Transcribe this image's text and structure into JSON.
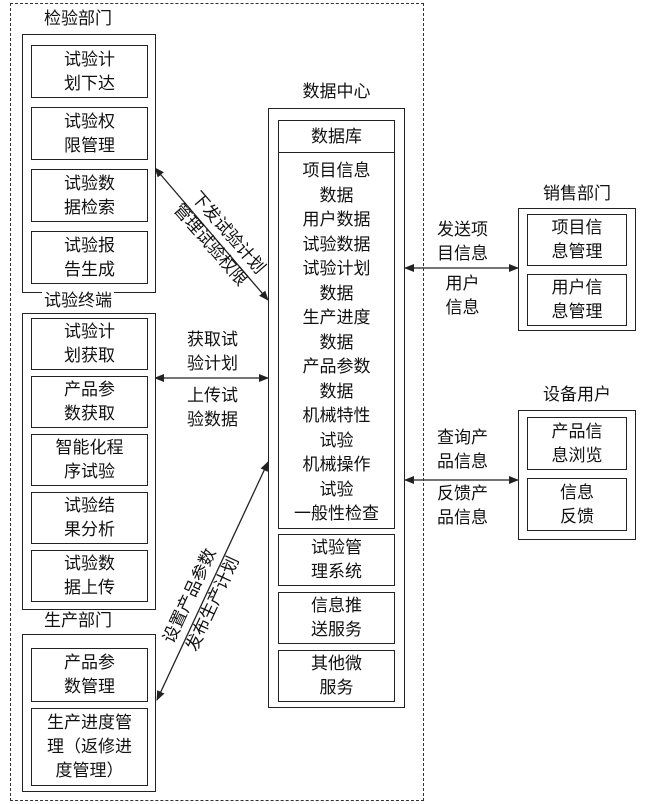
{
  "inspection": {
    "title": "检验部门",
    "items": [
      [
        "试验计",
        "划下达"
      ],
      [
        "试验权",
        "限管理"
      ],
      [
        "试验数",
        "据检索"
      ],
      [
        "试验报",
        "告生成"
      ]
    ]
  },
  "terminal": {
    "title": "试验终端",
    "items": [
      [
        "试验计",
        "划获取"
      ],
      [
        "产品参",
        "数获取"
      ],
      [
        "智能化程",
        "序试验"
      ],
      [
        "试验结",
        "果分析"
      ],
      [
        "试验数",
        "据上传"
      ]
    ]
  },
  "production": {
    "title": "生产部门",
    "items": [
      [
        "产品参",
        "数管理"
      ],
      [
        "生产进度管",
        "理（返修进",
        "度管理）"
      ]
    ]
  },
  "datacenter": {
    "title": "数据中心",
    "db_title": "数据库",
    "db_lines": [
      "项目信息",
      "数据",
      "用户数据",
      "试验数据",
      "试验计划",
      "数据",
      "生产进度",
      "数据",
      "产品参数",
      "数据",
      "机械特性",
      "试验",
      "机械操作",
      "试验",
      "一般性检查"
    ],
    "services": [
      [
        "试验管",
        "理系统"
      ],
      [
        "信息推",
        "送服务"
      ],
      [
        "其他微",
        "服务"
      ]
    ]
  },
  "sales": {
    "title": "销售部门",
    "items": [
      [
        "项目信",
        "息管理"
      ],
      [
        "用户信",
        "息管理"
      ]
    ]
  },
  "equipment": {
    "title": "设备用户",
    "items": [
      [
        "产品信",
        "息浏览"
      ],
      [
        "信息",
        "反馈"
      ]
    ]
  },
  "flows": {
    "inspection_diag": [
      "下发试验计划",
      "管理试验权限"
    ],
    "terminal": [
      "获取试",
      "验计划",
      "上传试",
      "验数据"
    ],
    "production_diag": [
      "设置产品参数",
      "发布生产计划"
    ],
    "sales": [
      "发送项",
      "目信息",
      "用户",
      "信息"
    ],
    "equipment": [
      "查询产",
      "品信息",
      "反馈产",
      "品信息"
    ]
  }
}
